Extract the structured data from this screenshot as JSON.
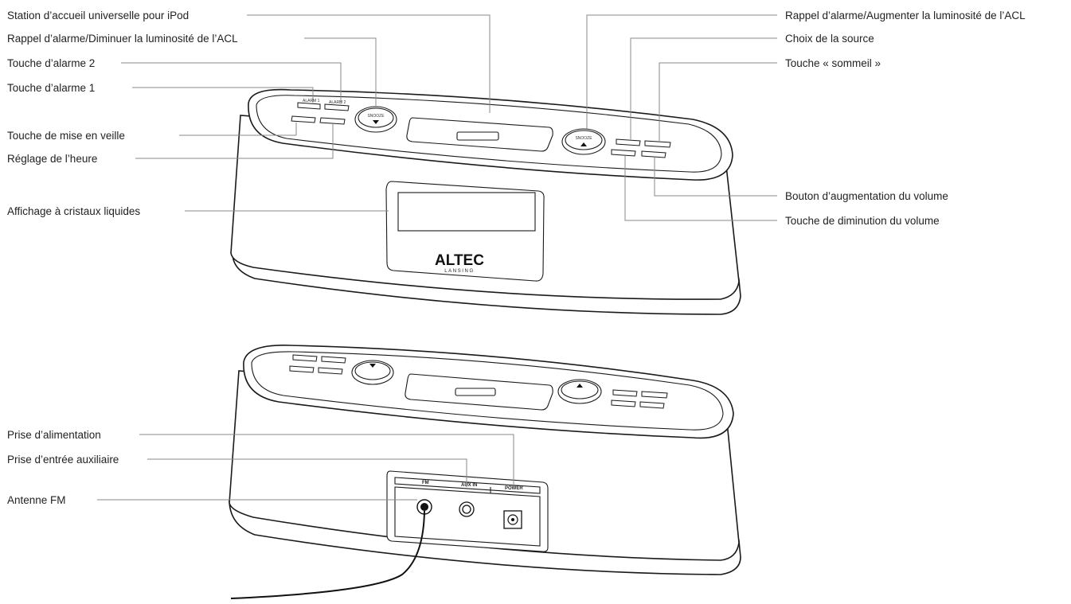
{
  "labels": {
    "dock": "Station d’accueil universelle pour iPod",
    "snooze_dim": "Rappel d’alarme/Diminuer la luminosité de l’ACL",
    "alarm2": "Touche d’alarme 2",
    "alarm1": "Touche d’alarme 1",
    "standby": "Touche de mise en veille",
    "time_set": "Réglage de l’heure",
    "lcd": "Affichage à cristaux liquides",
    "snooze_bright": "Rappel d’alarme/Augmenter la luminosité de l’ACL",
    "source": "Choix de la source",
    "sleep": "Touche « sommeil »",
    "vol_up": "Bouton d’augmentation du volume",
    "vol_down": "Touche de diminution du volume",
    "power_jack": "Prise d’alimentation",
    "aux_jack": "Prise d’entrée auxiliaire",
    "fm_antenna": "Antenne FM"
  },
  "device": {
    "brand": "ALTEC",
    "brand_sub": "LANSING",
    "snooze": "SNOOZE",
    "panel_fm": "FM",
    "panel_aux": "AUX IN",
    "panel_power": "POWER"
  },
  "icons": {
    "snooze_left": "triangle-down-icon",
    "snooze_right": "triangle-up-icon"
  }
}
